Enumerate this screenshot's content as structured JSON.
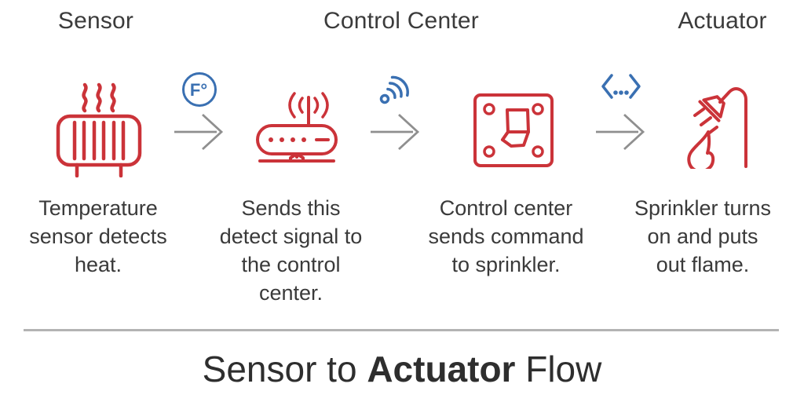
{
  "header": {
    "labels": {
      "sensor": "Sensor",
      "control_center": "Control Center",
      "actuator": "Actuator"
    }
  },
  "flow": {
    "steps": [
      {
        "icon": "heat-sensor-icon",
        "caption_lines": [
          "Temperature",
          "sensor detects",
          "heat."
        ]
      },
      {
        "icon": "router-icon",
        "caption_lines": [
          "Sends this",
          "detect signal to",
          "the control",
          "center."
        ]
      },
      {
        "icon": "switch-icon",
        "caption_lines": [
          "Control center",
          "sends command",
          "to sprinkler."
        ]
      },
      {
        "icon": "sprinkler-icon",
        "caption_lines": [
          "Sprinkler turns",
          "on and puts",
          "out flame."
        ]
      }
    ],
    "connectors": [
      {
        "badge": "temperature-badge",
        "badge_text": "F°"
      },
      {
        "badge": "wireless-signal-badge"
      },
      {
        "badge": "code-command-badge"
      }
    ]
  },
  "title": {
    "prefix": "Sensor to ",
    "bold": "Actuator",
    "suffix": " Flow"
  },
  "colors": {
    "icon_red": "#cb3339",
    "icon_blue": "#3a70b2",
    "arrow_gray": "#8f8f8f",
    "text_dark": "#3a3a3a",
    "divider_gray": "#b3b3b3"
  }
}
